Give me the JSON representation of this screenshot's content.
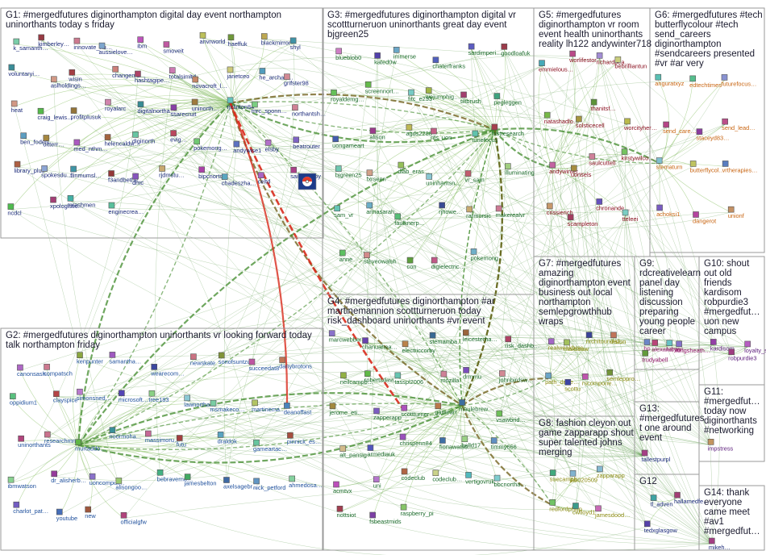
{
  "colors": {
    "background": "#ffffff",
    "border": "#9a9a9a",
    "title": "#1a1a2e",
    "edge": "#3f8a2a",
    "edge_dark": "#6b5a12",
    "edge_red": "#d82a1c",
    "edge_light": "#9cca7e"
  },
  "groups": [
    {
      "id": "G1",
      "title": [
        "G1: #mergedfutures diginorthampton digital day event northampton",
        "uninorthants today s friday"
      ],
      "color": "#1b2a7a",
      "nodes": [
        "k_samanth…",
        "kimberley…",
        "innovate_nu…",
        "aussielove…",
        "ibm",
        "smoveit",
        "anvrworld",
        "haeffuk",
        "blackmirror",
        "shyl",
        "voluntaryi…",
        "aslholdings…",
        "wisin",
        "changema…",
        "hashtagipe…",
        "totalsimltd",
        "novacroft_l…",
        "janetceo",
        "he_archae…",
        "grifster98",
        "heat",
        "craig_lewis…",
        "profitplusuk",
        "royalarc",
        "digitalnortha…",
        "ssarecruit",
        "uninorth…",
        "rjclinton84",
        "mrc_sponn…",
        "northantsh…",
        "ben_foden",
        "oitterr…",
        "med_nthm…",
        "helencaldw…",
        "diginorth",
        "evig…",
        "pokemong…",
        "andywise1",
        "elsby",
        "beatrouter",
        "library_plus",
        "spokesdu…",
        "flinmumsl…",
        "f3andbethe…",
        "dmc",
        "rjdmstu…",
        "bipcnorts…",
        "chadeszha…",
        "celtd",
        "saintsrugby",
        "ncdcl",
        "xpologistic…",
        "mrashmen",
        "enginecrea…"
      ]
    },
    {
      "id": "G2",
      "title": [
        "G2: #mergedfutures diginorthampton uninorthants vr looking forward today",
        "talk northampton friday"
      ],
      "color": "#1e4f9c",
      "nodes": [
        "canonsash…",
        "compatsch",
        "kenpunter",
        "samantha…",
        "wearecom…",
        "newskate",
        "sonofsuntzu",
        "succeedat8",
        "danybrotons",
        "oppidium1",
        "clayspice",
        "simonsned…",
        "microsoft…",
        "tree183",
        "lawnortha…",
        "msmakeco…",
        "martinema…",
        "deanoffast",
        "uninorthants",
        "researchmnx",
        "murtaddo…",
        "noormoha…",
        "massimoru…",
        "futu",
        "draldok",
        "gameartac…",
        "pinnick_es…",
        "ibmwatson",
        "dr_alisherb…",
        "uoncomput…",
        "alisongoo…",
        "bebraverno…",
        "jamesbelton",
        "axelsagebr…",
        "nick_petford",
        "ahmedosa…",
        "charlot_pat…",
        "youtube",
        "new",
        "officialgfw"
      ]
    },
    {
      "id": "G3",
      "title": [
        "G3: #mergedfutures diginorthampton digital vr",
        "scottturneruon uninorthants great day event",
        "bjgreen25"
      ],
      "color": "#1a6a2a",
      "nodes": [
        "blueblob0",
        "kated0w",
        "immerse",
        "chaterfranks",
        "sardimperi…",
        "goodloafuk",
        "royaldemg…",
        "screennort…",
        "fitc_e233",
        "wejumphig…",
        "tiltbrush",
        "pegleggen",
        "uongameart",
        "alison",
        "agds2288",
        "rifs_uon",
        "tunefocus",
        "fastresearch",
        "bjgreen25",
        "fxrseen",
        "dlab_eras…",
        "uninhantsn…",
        "vr_sam",
        "illuminating",
        "sam_vr",
        "annasarah…",
        "faulknerp…",
        "rjhowe…",
        "rarmursic",
        "makerealvr",
        "anne",
        "steveowalsh",
        "con",
        "digielectric…",
        "pokemong…"
      ]
    },
    {
      "id": "G4",
      "title": [
        "G4: #mergedfutures diginorthampton #ar",
        "martinemannion scottturneruon today",
        "risk_dashboard uninorthants #vr event"
      ],
      "color": "#1a6a2a",
      "nodes": [
        "marcwebber",
        "chanuahea…",
        "electriccorby",
        "stemamba…",
        "leicesterha…",
        "risk_dashb…",
        "neilcampb…",
        "robertsdavi…",
        "tasspl2006",
        "mozilla",
        "drmmu",
        "johnbirdsw…",
        "jerome_eti…",
        "zapperapp",
        "scottturner…",
        "gameart",
        "maulebrew…",
        "vsawbrid…",
        "alt_pansig",
        "armediauk",
        "chrispenn84",
        "fionawatso…",
        "belld17",
        "timmy666",
        "acmtvx",
        "uni",
        "codeclub",
        "codeclub…",
        "vertigovruk",
        "bbcnortha…",
        "nottsiot",
        "fsbeastmids",
        "raspberry_pi"
      ]
    },
    {
      "id": "G5",
      "title": [
        "G5: #mergedfutures",
        "diginorthampton vr room",
        "event health uninorthants",
        "reality lh122 andywinter718"
      ],
      "color": "#8a1020",
      "nodes": [
        "emmielous…",
        "worlifestor",
        "richardbea…",
        "bebrilliantun",
        "natashadlo…",
        "solsticecell",
        "thanitsf…",
        "worcityher…",
        "andywinter…",
        "uonsels",
        "saulcuttell",
        "kirstywilco…",
        "crissierich",
        "scampleton",
        "chronande…",
        "tteleei"
      ]
    },
    {
      "id": "G6",
      "title": [
        "G6: #mergedfutures #tech",
        "butterflycolour #tech",
        "send_careers",
        "diginorthampton",
        "#sendcareers presented",
        "#vr #ar very"
      ],
      "color": "#c86410",
      "nodes": [
        "anguratxyz",
        "edtechtimes",
        "futurefocus…",
        "send_care…",
        "staceyd83…",
        "send_lead…",
        "stematurn",
        "butterflycol…",
        "vrtherapies…",
        "achoksi1",
        "dangerot",
        "unionf"
      ]
    },
    {
      "id": "G7",
      "title": [
        "G7: #mergedfutures",
        "amazing",
        "diginorthampton event",
        "business out local",
        "northampton",
        "semlepgrowthhub",
        "wraps"
      ],
      "color": "#8a8a10",
      "nodes": [
        "realweakbrsc…",
        "makssaw",
        "nrchitoundaz…",
        "insion",
        "path_depe…",
        "scottu",
        "rscompone…",
        "semleppro…"
      ]
    },
    {
      "id": "G8",
      "title": [
        "G8: fashion cleyon out",
        "game zapparapp shout",
        "super talented johns",
        "merging"
      ],
      "color": "#8a8a10",
      "nodes": [
        "suecampb…",
        "jab020509",
        "zapparapp",
        "redfordphilip",
        "cwlloyd1",
        "jamesdood…"
      ]
    },
    {
      "id": "G9",
      "title": [
        "G9:",
        "rdcreativelearn",
        "panel day",
        "listening",
        "discussion",
        "preparing",
        "young people",
        "career"
      ],
      "color": "#8a1060",
      "nodes": [
        "hp",
        "alexandros",
        "lucyen",
        "kingsheath…",
        "trudyabell"
      ]
    },
    {
      "id": "G10",
      "title": [
        "G10: shout",
        "out old",
        "friends",
        "kardisom",
        "robpurdie3",
        "#mergedfut…",
        "uon new",
        "campus"
      ],
      "color": "#5a1a7a",
      "nodes": [
        "kardisom",
        "robpurdie3",
        "loyalty_sage"
      ]
    },
    {
      "id": "G11",
      "title": [
        "G11:",
        "#mergedfut…",
        "today now",
        "diginorthants",
        "#networking"
      ],
      "color": "#5a1a7a",
      "nodes": [
        "impstress"
      ]
    },
    {
      "id": "G12",
      "title": [
        "G12"
      ],
      "color": "#1b2a7a",
      "nodes": [
        "tl_adven",
        "hallamedfe…",
        "tedxglasgow"
      ]
    },
    {
      "id": "G13",
      "title": [
        "G13:",
        "#mergedfutures",
        "t one around",
        "event"
      ],
      "color": "#1b2a7a",
      "nodes": [
        "tallestpurpl"
      ]
    },
    {
      "id": "G14",
      "title": [
        "G14: thank",
        "everyone",
        "came meet",
        "#av1",
        "#mergedfut…"
      ],
      "color": "#1b2a7a",
      "nodes": [
        "mikeh…"
      ]
    }
  ]
}
